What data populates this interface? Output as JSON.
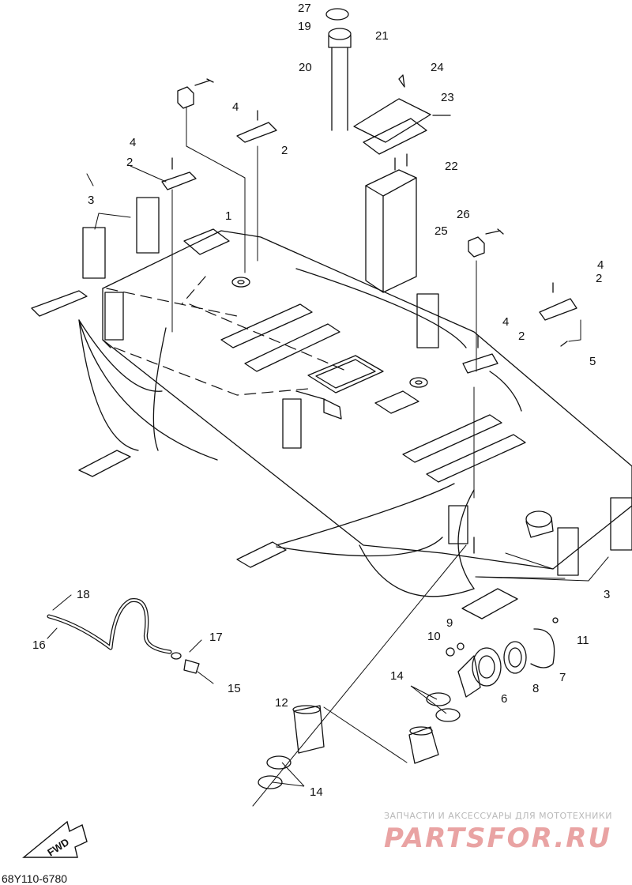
{
  "diagram": {
    "part_labels": [
      "27",
      "19",
      "21",
      "20",
      "24",
      "23",
      "22",
      "4",
      "2",
      "4",
      "2",
      "3",
      "1",
      "26",
      "25",
      "4",
      "2",
      "4",
      "2",
      "5",
      "3",
      "18",
      "16",
      "17",
      "15",
      "9",
      "10",
      "11",
      "14",
      "6",
      "8",
      "7",
      "12",
      "14"
    ],
    "drawing_code": "68Y110-6780",
    "direction_badge": "FWD"
  },
  "watermark": {
    "tagline": "ЗАПЧАСТИ И АКСЕССУАРЫ ДЛЯ МОТОТЕХНИКИ",
    "brand": "PARTSFOR.RU"
  }
}
